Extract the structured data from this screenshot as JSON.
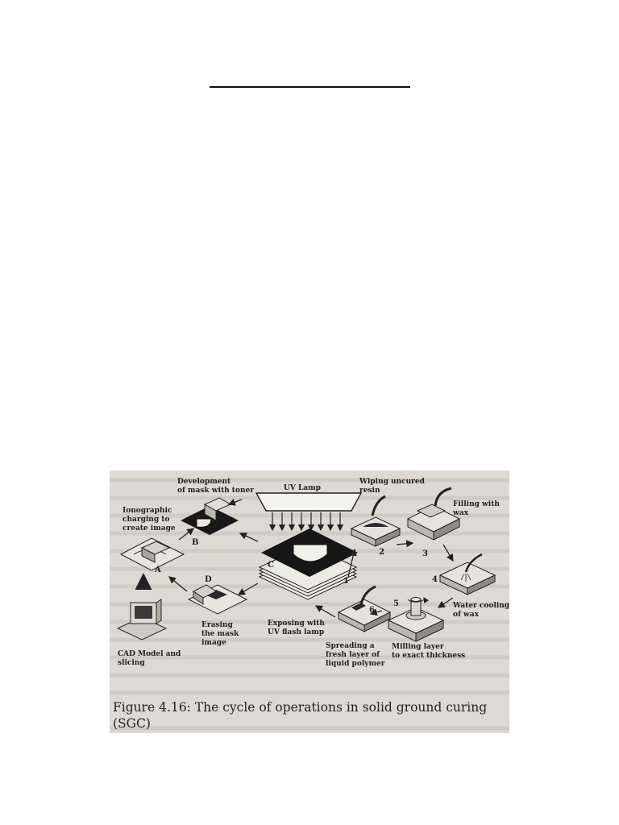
{
  "page": {
    "rule": "horizontal-rule"
  },
  "figure": {
    "caption": "Figure 4.16:  The cycle of operations in solid ground curing (SGC)",
    "labels": {
      "development": [
        "Development",
        "of mask with toner"
      ],
      "uv_lamp": "UV Lamp",
      "wiping": [
        "Wiping uncured",
        "resin"
      ],
      "filling": [
        "Filling with",
        "wax"
      ],
      "ionographic": [
        "Ionographic",
        "charging to",
        "create image"
      ],
      "water_cooling": [
        "Water cooling",
        "of wax"
      ],
      "erasing": [
        "Erasing",
        "the mask",
        "image"
      ],
      "exposing": [
        "Exposing with",
        "UV flash lamp"
      ],
      "spreading": [
        "Spreading a",
        "fresh layer of",
        "liquid polymer"
      ],
      "milling": [
        "Milling layer",
        "to exact thickness"
      ],
      "cad": [
        "CAD Model and",
        "slicing"
      ]
    },
    "markers": {
      "A": "A",
      "B": "B",
      "C": "C",
      "D": "D",
      "s1": "1",
      "s2": "2",
      "s3": "3",
      "s4": "4",
      "s5": "5",
      "s6": "6"
    }
  }
}
